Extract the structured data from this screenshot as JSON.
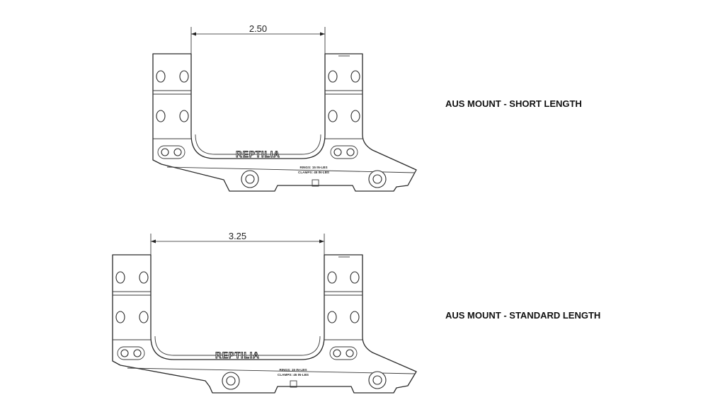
{
  "diagrams": [
    {
      "caption": "AUS MOUNT - SHORT LENGTH",
      "dimension": "2.50",
      "brand": "REPTILIA",
      "torque_rings": "RINGS: 15 IN-LBS",
      "torque_clamps": "CLAMPS: 45 IN-LBS"
    },
    {
      "caption": "AUS MOUNT - STANDARD LENGTH",
      "dimension": "3.25",
      "brand": "REPTILIA",
      "torque_rings": "RINGS: 15 IN-LBS",
      "torque_clamps": "CLAMPS: 45 IN-LBS"
    }
  ]
}
